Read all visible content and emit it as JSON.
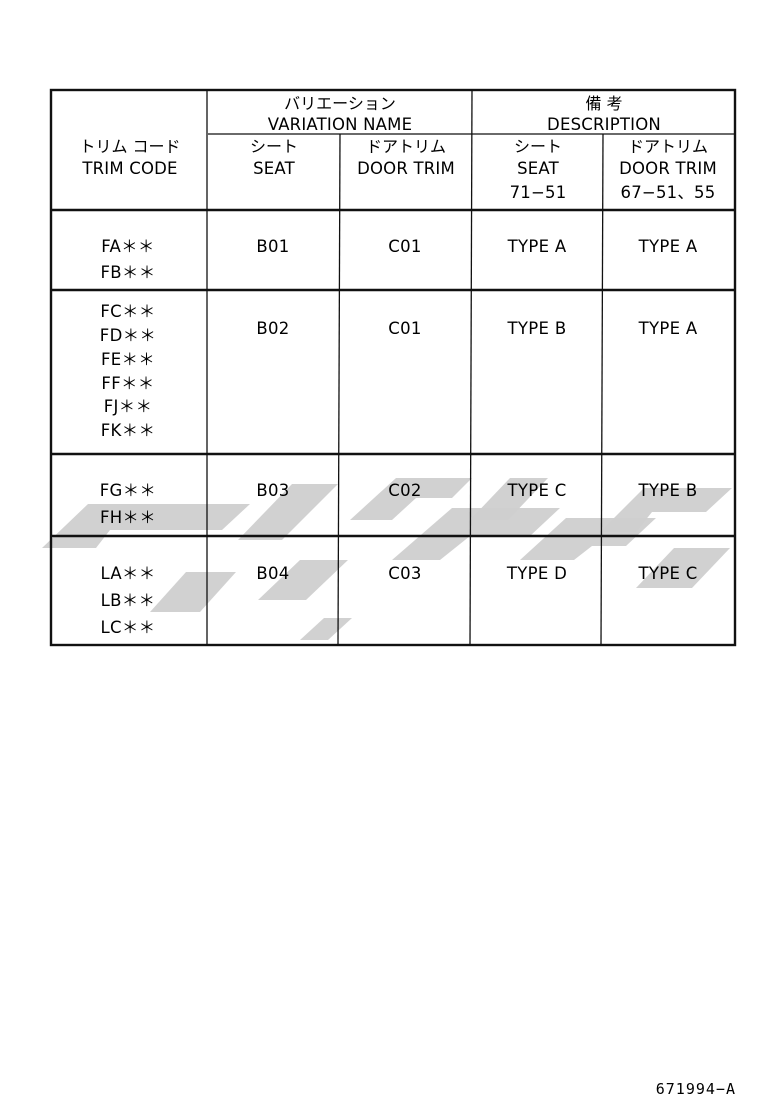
{
  "header": {
    "trim_code_jp": "トリム コード",
    "trim_code_en": "TRIM CODE",
    "variation_jp": "バリエーション",
    "variation_en": "VARIATION NAME",
    "description_jp": "備 考",
    "description_en": "DESCRIPTION",
    "seat_jp": "シート",
    "seat_en": "SEAT",
    "door_trim_jp": "ドアトリム",
    "door_trim_en": "DOOR TRIM",
    "desc_seat_jp": "シート",
    "desc_seat_en": "SEAT",
    "desc_seat_ref": "71−51",
    "desc_door_jp": "ドアトリム",
    "desc_door_en": "DOOR TRIM",
    "desc_door_ref": "67−51、55"
  },
  "rows": [
    {
      "codes": [
        "FA＊＊",
        "FB＊＊"
      ],
      "seat": "B01",
      "door_trim": "C01",
      "desc_seat": "TYPE A",
      "desc_door": "TYPE A"
    },
    {
      "codes": [
        "FC＊＊",
        "FD＊＊",
        "FE＊＊",
        "FF＊＊",
        "FJ＊＊",
        "FK＊＊"
      ],
      "seat": "B02",
      "door_trim": "C01",
      "desc_seat": "TYPE B",
      "desc_door": "TYPE A"
    },
    {
      "codes": [
        "FG＊＊",
        "FH＊＊"
      ],
      "seat": "B03",
      "door_trim": "C02",
      "desc_seat": "TYPE C",
      "desc_door": "TYPE B"
    },
    {
      "codes": [
        "LA＊＊",
        "LB＊＊",
        "LC＊＊"
      ],
      "seat": "B04",
      "door_trim": "C03",
      "desc_seat": "TYPE D",
      "desc_door": "TYPE C"
    }
  ],
  "figure_code": "671994−A"
}
